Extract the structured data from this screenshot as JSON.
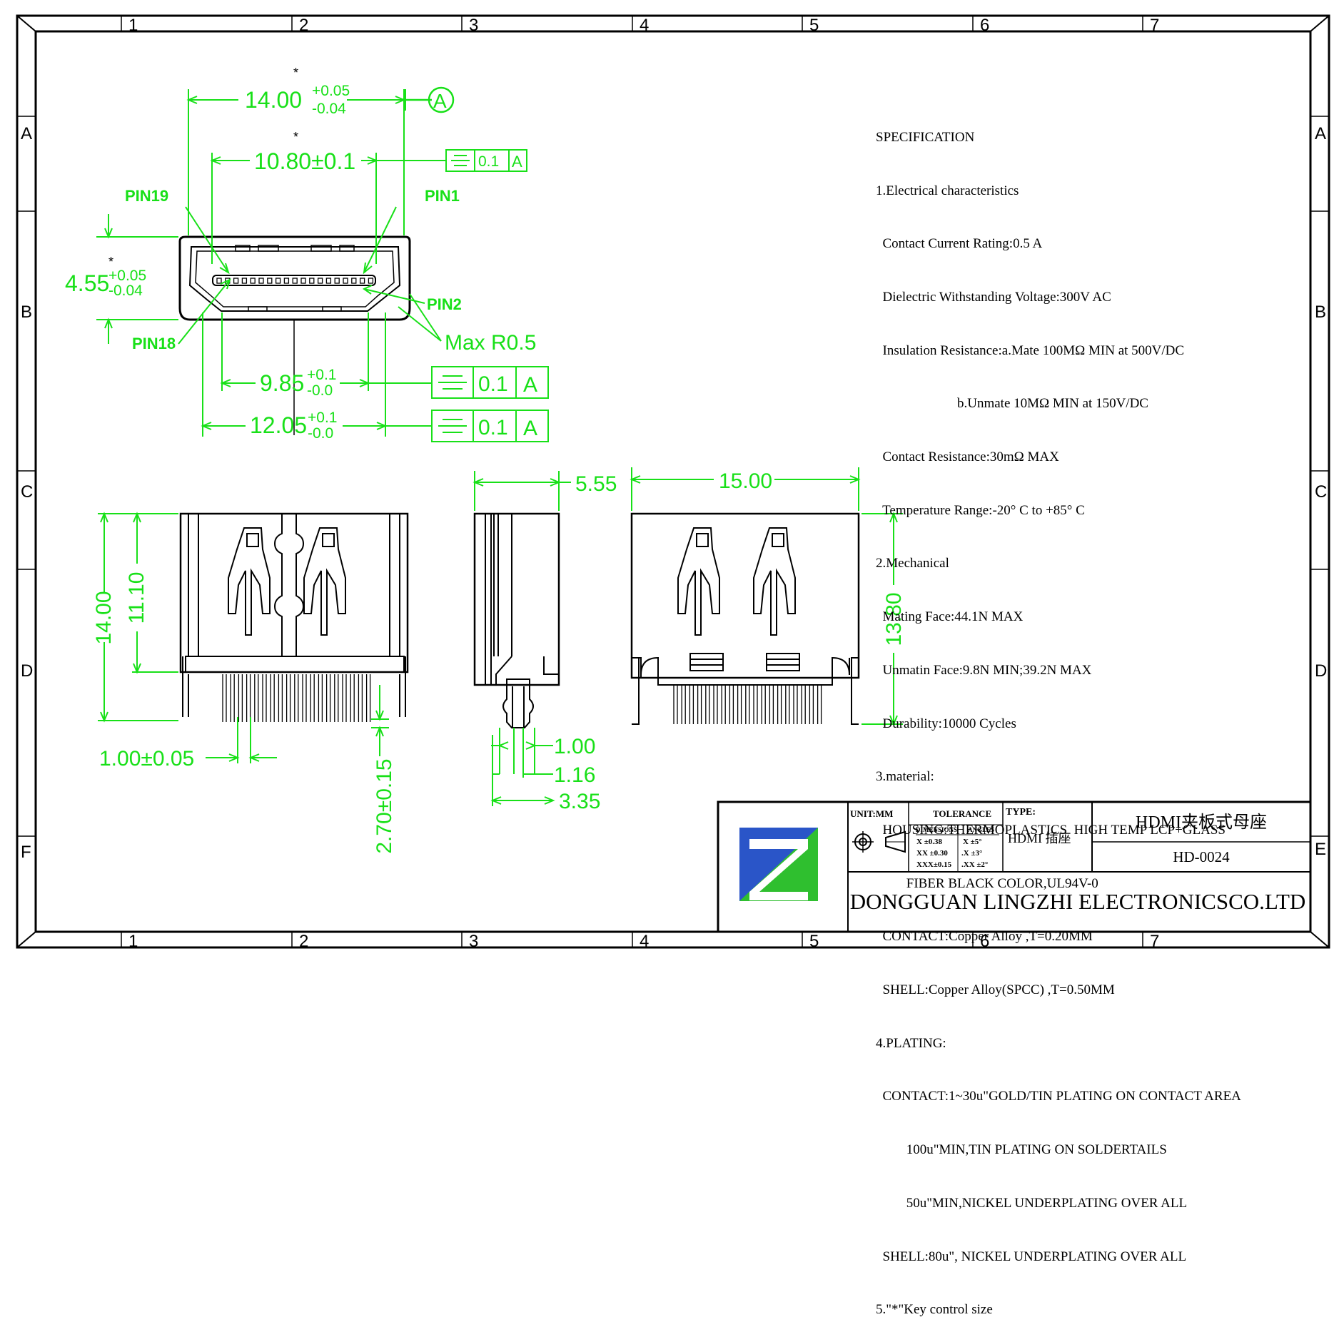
{
  "grid": {
    "columns": [
      "1",
      "2",
      "3",
      "4",
      "5",
      "6",
      "7"
    ],
    "rows": [
      "A",
      "B",
      "C",
      "D",
      "E",
      "F"
    ]
  },
  "top_view": {
    "dim_overall": "14.00",
    "dim_overall_tol_plus": "+0.05",
    "dim_overall_tol_minus": "-0.04",
    "dim_inner": "10.80±0.1",
    "dim_height": "4.55",
    "dim_height_tol_plus": "+0.05",
    "dim_height_tol_minus": "-0.04",
    "dim_9": "9.85",
    "dim_9_tol_plus": "+0.1",
    "dim_9_tol_minus": "-0.0",
    "dim_12": "12.05",
    "dim_12_tol_plus": "+0.1",
    "dim_12_tol_minus": "-0.0",
    "key_mark": "*",
    "datum": "A",
    "fcf_value": "0.1",
    "fcf_datum": "A",
    "pin19": "PIN19",
    "pin1": "PIN1",
    "pin2": "PIN2",
    "pin18": "PIN18",
    "radius_note": "Max R0.5"
  },
  "front_view": {
    "dim_14": "14.00",
    "dim_11": "11.10",
    "pitch": "1.00±0.05",
    "tail": "2.70±0.15"
  },
  "side_view": {
    "depth": "5.55",
    "d1": "1.00",
    "d2": "1.16",
    "d3": "3.35"
  },
  "rear_view": {
    "width": "15.00",
    "height": "13.80"
  },
  "specification": {
    "lines": [
      "SPECIFICATION",
      "1.Electrical characteristics",
      "  Contact Current Rating:0.5 A",
      "  Dielectric Withstanding Voltage:300V AC",
      "  Insulation Resistance:a.Mate 100MΩ MIN at 500V/DC",
      "                        b.Unmate 10MΩ MIN at 150V/DC",
      "  Contact Resistance:30mΩ MAX",
      "  Temperature Range:-20° C to +85° C",
      "2.Mechanical",
      "  Mating Face:44.1N MAX",
      "  Unmatin Face:9.8N MIN;39.2N MAX",
      "  Durability:10000 Cycles",
      "3.material:",
      "  HOUSING:THERMOPLASTICS  HIGH TEMP LCP+GLASS",
      "         FIBER BLACK COLOR,UL94V-0",
      "  CONTACT:Copper Alloy ,T=0.20MM",
      "  SHELL:Copper Alloy(SPCC) ,T=0.50MM",
      "4.PLATING:",
      "  CONTACT:1~30u\"GOLD/TIN PLATING ON CONTACT AREA",
      "         100u\"MIN,TIN PLATING ON SOLDERTAILS",
      "         50u\"MIN,NICKEL UNDERPLATING OVER ALL",
      "  SHELL:80u\", NICKEL UNDERPLATING OVER ALL",
      "5.\"*\"Key control size"
    ]
  },
  "title_block": {
    "unit": "UNIT:MM",
    "tolerance_header": "TOLERANCE",
    "dimensions_header": "DIMENSIONS",
    "angles_header": "ANGLES",
    "tol_rows": [
      {
        "dim": "X   ±0.38",
        "ang": "X   ±5°"
      },
      {
        "dim": "XX  ±0.30",
        "ang": ".X   ±3°"
      },
      {
        "dim": "XXX±0.15",
        "ang": ".XX  ±2°"
      }
    ],
    "type_label": "TYPE:",
    "type_value": "HDMI 插座",
    "title": "HDMI夹板式母座",
    "drawing_no": "HD-0024",
    "company": "DONGGUAN LINGZHI ELECTRONICSCO.LTD"
  },
  "colors": {
    "dimension": "#18e018",
    "outline": "#000000",
    "logo_blue": "#2a55c8",
    "logo_green": "#2fbf2f"
  }
}
